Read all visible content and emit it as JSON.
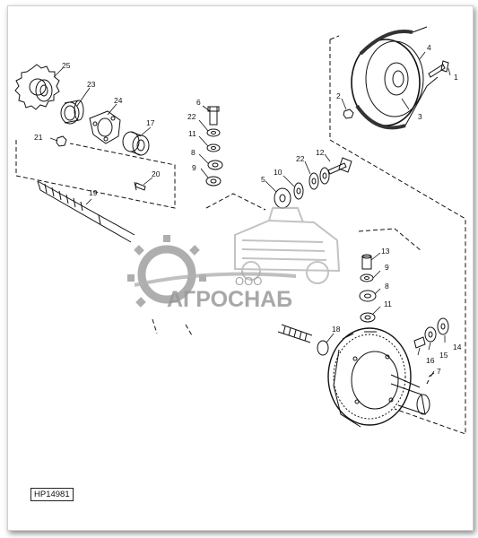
{
  "figure": {
    "code": "HP14981",
    "callouts": [
      {
        "id": "c1",
        "text": "1"
      },
      {
        "id": "c2",
        "text": "2"
      },
      {
        "id": "c3",
        "text": "3"
      },
      {
        "id": "c4",
        "text": "4"
      },
      {
        "id": "c5",
        "text": "5"
      },
      {
        "id": "c6",
        "text": "6"
      },
      {
        "id": "c7",
        "text": "7"
      },
      {
        "id": "c8a",
        "text": "8"
      },
      {
        "id": "c8b",
        "text": "8"
      },
      {
        "id": "c9a",
        "text": "9"
      },
      {
        "id": "c9b",
        "text": "9"
      },
      {
        "id": "c10",
        "text": "10"
      },
      {
        "id": "c11a",
        "text": "11"
      },
      {
        "id": "c11b",
        "text": "11"
      },
      {
        "id": "c12",
        "text": "12"
      },
      {
        "id": "c13",
        "text": "13"
      },
      {
        "id": "c14",
        "text": "14"
      },
      {
        "id": "c15",
        "text": "15"
      },
      {
        "id": "c16",
        "text": "16"
      },
      {
        "id": "c17",
        "text": "17"
      },
      {
        "id": "c18",
        "text": "18"
      },
      {
        "id": "c19",
        "text": "19"
      },
      {
        "id": "c20",
        "text": "20"
      },
      {
        "id": "c21",
        "text": "21"
      },
      {
        "id": "c22a",
        "text": "22"
      },
      {
        "id": "c22b",
        "text": "22"
      },
      {
        "id": "c23",
        "text": "23"
      },
      {
        "id": "c24",
        "text": "24"
      },
      {
        "id": "c25",
        "text": "25"
      }
    ]
  },
  "watermark": {
    "company_prefix": "ООО",
    "company_name": "АГРОСНАБ"
  }
}
